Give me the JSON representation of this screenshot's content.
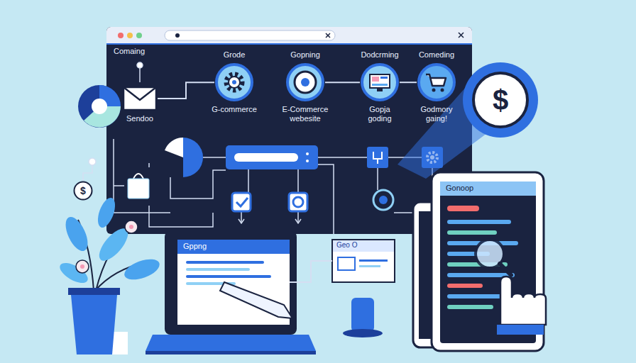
{
  "diagram": {
    "nodes": [
      {
        "text": [
          "Grode",
          "G-commerce"
        ]
      },
      {
        "text": [
          "Gopning",
          "E-Commerce webesite"
        ]
      },
      {
        "text": [
          "Dodcrming",
          "Gopja goding"
        ]
      },
      {
        "text": [
          "Comeding",
          "Godmory gaing!"
        ]
      },
      {
        "text": [
          "$"
        ]
      },
      {
        "text": [
          "Sendoo"
        ]
      },
      {
        "text": [
          "$"
        ]
      },
      {
        "text": [
          "Gppng"
        ]
      },
      {
        "text": [
          "Geo O"
        ]
      },
      {
        "text": [
          "Gonoop"
        ]
      }
    ],
    "edges": [
      {
        "from": 5,
        "to": 0,
        "arrow": "none"
      },
      {
        "from": 1,
        "to": 2,
        "arrow": "none"
      },
      {
        "from": 2,
        "to": 3,
        "arrow": "none"
      },
      {
        "from": 8,
        "to": 7,
        "arrow": "none"
      }
    ],
    "labels": [
      "Comaing"
    ]
  }
}
